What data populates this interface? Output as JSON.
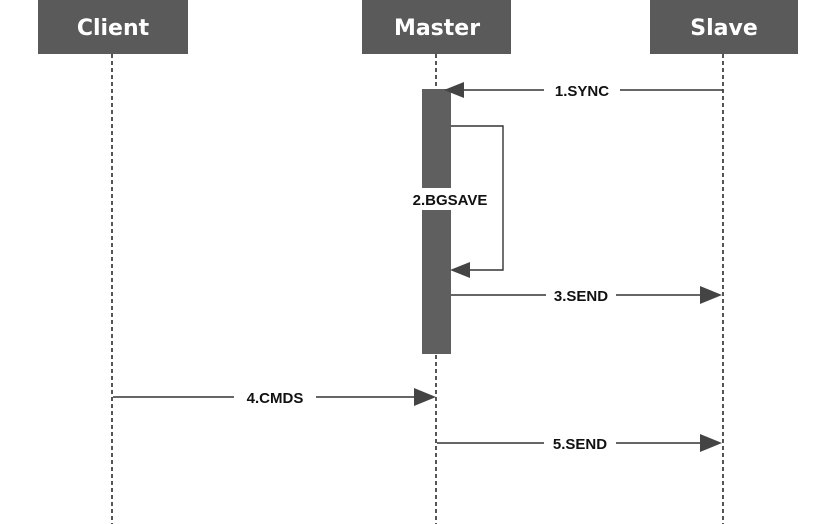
{
  "actors": {
    "client": "Client",
    "master": "Master",
    "slave": "Slave"
  },
  "messages": {
    "sync": "1.SYNC",
    "bgsave": "2.BGSAVE",
    "send_rdb": "3.SEND",
    "cmds": "4.CMDS",
    "send_cmds": "5.SEND"
  },
  "colors": {
    "actor_box": "#5a5a5a",
    "activation_bar": "#5f5f5f",
    "lifeline": "#555555",
    "arrow": "#444444",
    "background": "#ffffff"
  }
}
